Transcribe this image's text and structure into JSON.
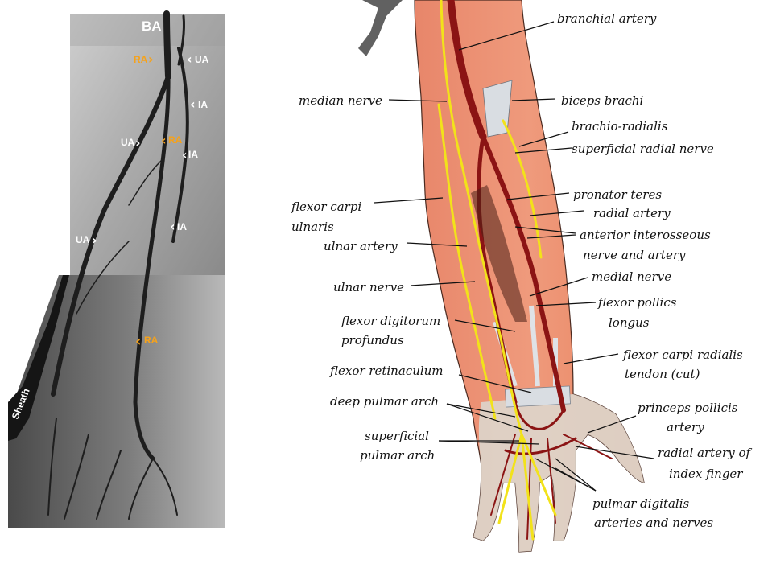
{
  "angiogram": {
    "markers": {
      "ba": "BA",
      "ra_1": "RA",
      "ua_1": "UA",
      "ia_1": "IA",
      "ua_2": "UA",
      "ra_2": "RA",
      "ia_2": "IA",
      "ua_3": "UA",
      "ia_3": "IA",
      "ra_3": "RA",
      "sheath": "Sheath"
    },
    "colors": {
      "radial_marker": "#f5a21b",
      "other_marker": "#ffffff"
    }
  },
  "illustration": {
    "labels": {
      "branchial_artery": "branchial artery",
      "median_nerve": "median nerve",
      "biceps_brachi": "biceps brachi",
      "brachio_radialis": "brachio-radialis",
      "superficial_radial_nerve": "superficial radial nerve",
      "flexor_carpi_ulnaris_1": "flexor carpi",
      "flexor_carpi_ulnaris_2": "ulnaris",
      "pronator_teres": "pronator teres",
      "radial_artery": "radial artery",
      "anterior_interosseous_1": "anterior interosseous",
      "anterior_interosseous_2": "nerve and artery",
      "ulnar_artery": "ulnar artery",
      "medial_nerve": "medial nerve",
      "ulnar_nerve": "ulnar nerve",
      "flexor_pollics_longus_1": "flexor pollics",
      "flexor_pollics_longus_2": "longus",
      "flexor_digitorum_1": "flexor digitorum",
      "flexor_digitorum_2": "profundus",
      "flexor_carpi_radialis_1": "flexor carpi radialis",
      "flexor_carpi_radialis_2": "tendon (cut)",
      "flexor_retinaculum": "flexor retinaculum",
      "deep_pulmar_arch": "deep pulmar arch",
      "princeps_pollicis_1": "princeps pollicis",
      "princeps_pollicis_2": "artery",
      "superficial_pulmar_1": "superficial",
      "superficial_pulmar_2": "pulmar arch",
      "radial_artery_index_1": "radial artery of",
      "radial_artery_index_2": "index finger",
      "pulmar_digitalis_1": "pulmar digitalis",
      "pulmar_digitalis_2": "arteries and nerves"
    },
    "colors": {
      "muscle": "#e8866a",
      "artery": "#8b1414",
      "nerve": "#f2e21a",
      "tendon": "#d9dde2"
    }
  }
}
